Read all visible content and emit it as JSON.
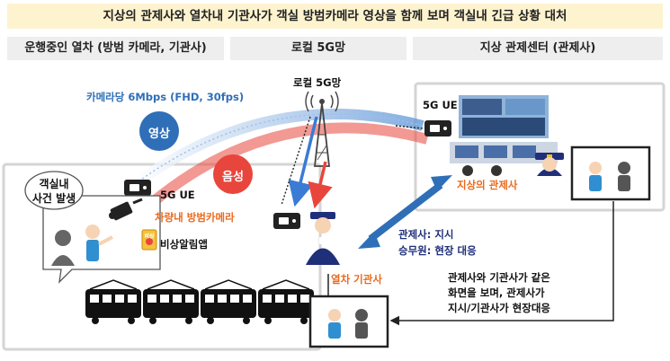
{
  "banner": "지상의 관제사와 열차내 기관사가 객실 방범카메라 영상을 함께 보며 객실내 긴급 상황 대처",
  "headers": {
    "train": "운행중인 열차 (방범 카메라, 기관사)",
    "network": "로컬 5G망",
    "control": "지상 관제센터 (관제사)"
  },
  "labels": {
    "camera_uplink": "카메라당 6Mbps (FHD, 30fps)",
    "local_5g": "로컬 5G망",
    "video_circle": "영상",
    "voice_circle": "음성",
    "ue_control": "5G UE",
    "ue_train": "5G UE",
    "incident_line1": "객실내",
    "incident_line2": "사건 발생",
    "cabin_camera": "차량내 방범카메라",
    "emergency_app": "비상알림앱",
    "emergency_badge": "비상",
    "ground_controller": "지상의 관제사",
    "driver": "열차 기관사",
    "role_controller": "관제사: 지시",
    "role_crew": "승무원: 현장 대응",
    "shared_view_line1": "관제사와 기관사가 같은",
    "shared_view_line2": "화면을 보며, 관제사가",
    "shared_view_line3": "지시/기관사가 현장대응"
  },
  "colors": {
    "video": "#2f6fb7",
    "voice": "#e8463c",
    "orange_text": "#ea6a1e",
    "navy_text": "#1f2f7a",
    "banner_bg": "#fdf3cf",
    "header_bg": "#eeeeee"
  }
}
